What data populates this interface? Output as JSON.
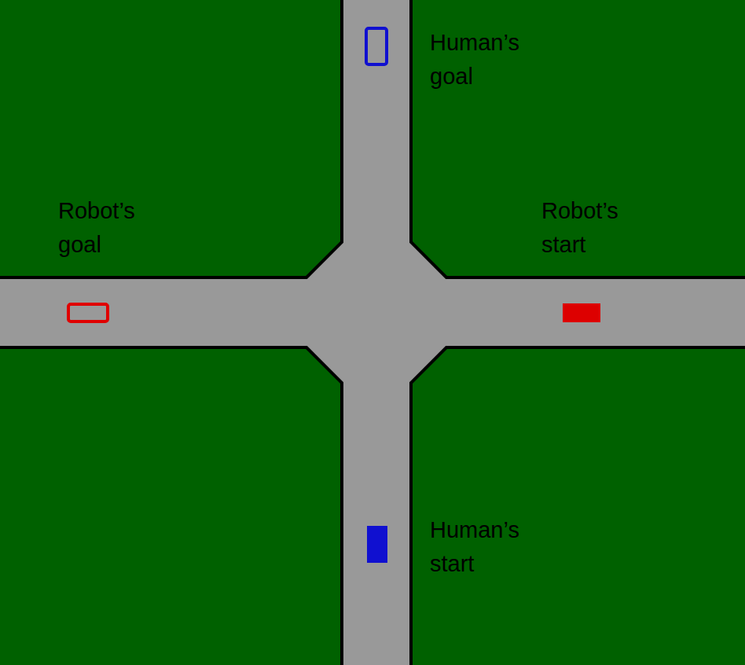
{
  "diagram": {
    "labels": [
      "Human’s goal",
      "Robot’s goal",
      "Robot’s start",
      "Human’s start"
    ]
  }
}
